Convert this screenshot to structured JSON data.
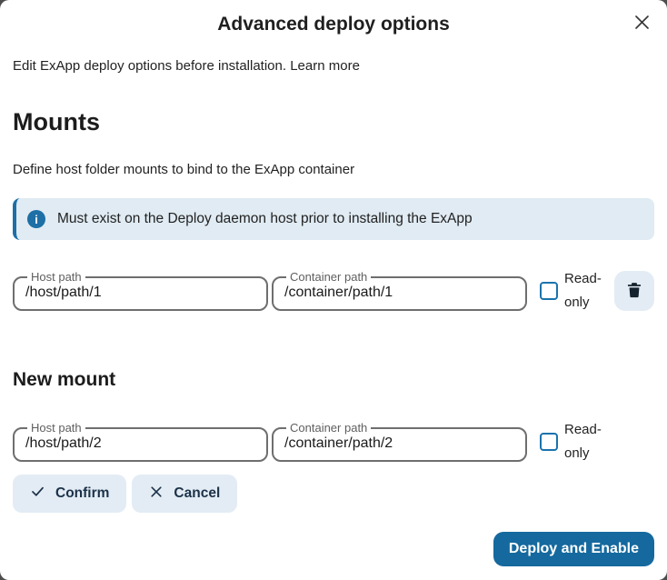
{
  "colors": {
    "primary_blue": "#15699e",
    "checkbox_blue": "#1b73ad",
    "banner_border_blue": "#1d6fa6",
    "banner_bg": "#e0ebf3",
    "secondary_button_bg": "#e3ecf4",
    "secondary_button_text": "#1b3148",
    "backdrop": "#4d4d4d"
  },
  "icons": {
    "close": "close-icon",
    "info": "info-icon",
    "checkmark": "checkmark-icon",
    "cancel_x": "x-icon",
    "delete": "trash-icon"
  },
  "dialog": {
    "title": "Advanced deploy options",
    "intro_text": "Edit ExApp deploy options before installation.",
    "learn_more_label": "Learn more"
  },
  "mounts": {
    "heading": "Mounts",
    "description": "Define host folder mounts to bind to the ExApp container",
    "note": "Must exist on the Deploy daemon host prior to installing the ExApp",
    "info_glyph": "i",
    "existing": {
      "host_label": "Host path",
      "host_value": "/host/path/1",
      "container_label": "Container path",
      "container_value": "/container/path/1",
      "readonly_label": "Read-only",
      "readonly_checked": false
    }
  },
  "new_mount": {
    "heading": "New mount",
    "host_label": "Host path",
    "host_value": "/host/path/2",
    "container_label": "Container path",
    "container_value": "/container/path/2",
    "readonly_label": "Read-only",
    "readonly_checked": false,
    "confirm_label": "Confirm",
    "cancel_label": "Cancel"
  },
  "footer": {
    "deploy_label": "Deploy and Enable"
  }
}
